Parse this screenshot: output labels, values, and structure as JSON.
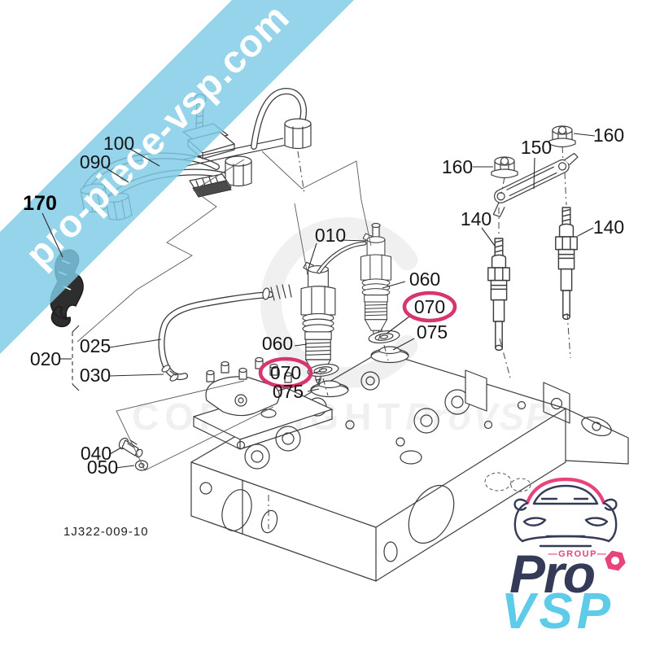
{
  "banner": {
    "text": "pro-piece-vsp.com",
    "color": "#7fcbe6",
    "text_color": "#ffffff"
  },
  "watermark": {
    "copyright": "COPYRIGHT",
    "brand": "ProVSP"
  },
  "diagram": {
    "reference": "1J322-009-10",
    "highlight_color": "#d6356f",
    "labels": {
      "l100": "100",
      "l090": "090",
      "l170": "170",
      "l010": "010",
      "l060_left": "060",
      "l070_left": "070",
      "l075_left": "075",
      "l060_right": "060",
      "l070_right": "070",
      "l075_right": "075",
      "l020": "020",
      "l025": "025",
      "l030": "030",
      "l040": "040",
      "l050": "050",
      "l140_left": "140",
      "l140_right": "140",
      "l150": "150",
      "l160_left": "160",
      "l160_right": "160"
    }
  },
  "logo": {
    "group_label": "—GROUP—",
    "name_top": "Pro",
    "name_bottom": "VSP",
    "navy": "#353b57",
    "pink": "#e8437a",
    "cyan": "#5ecbe9"
  }
}
